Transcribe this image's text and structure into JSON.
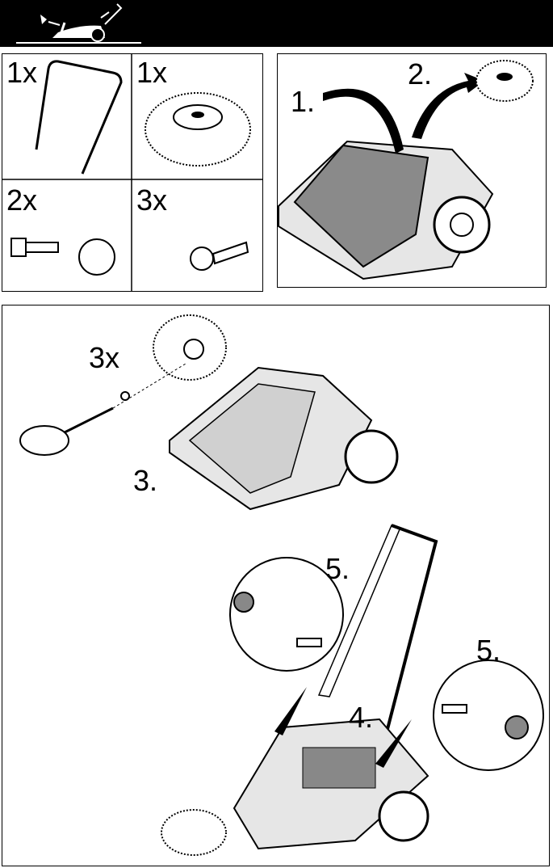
{
  "header": {
    "icon": "sweeper-assembly-icon"
  },
  "parts": [
    {
      "qty": "1x",
      "part": "push-handle"
    },
    {
      "qty": "1x",
      "part": "side-brush"
    },
    {
      "qty": "2x",
      "part": "bolt-and-knob"
    },
    {
      "qty": "3x",
      "part": "screw"
    }
  ],
  "steps": {
    "s1": "1.",
    "s2": "2.",
    "s3_qty": "3x",
    "s3": "3.",
    "s4": "4.",
    "s5a": "5.",
    "s5b": "5."
  },
  "colors": {
    "ink": "#000000",
    "cover": "#8a8a8a",
    "body": "#d9d9d9"
  }
}
